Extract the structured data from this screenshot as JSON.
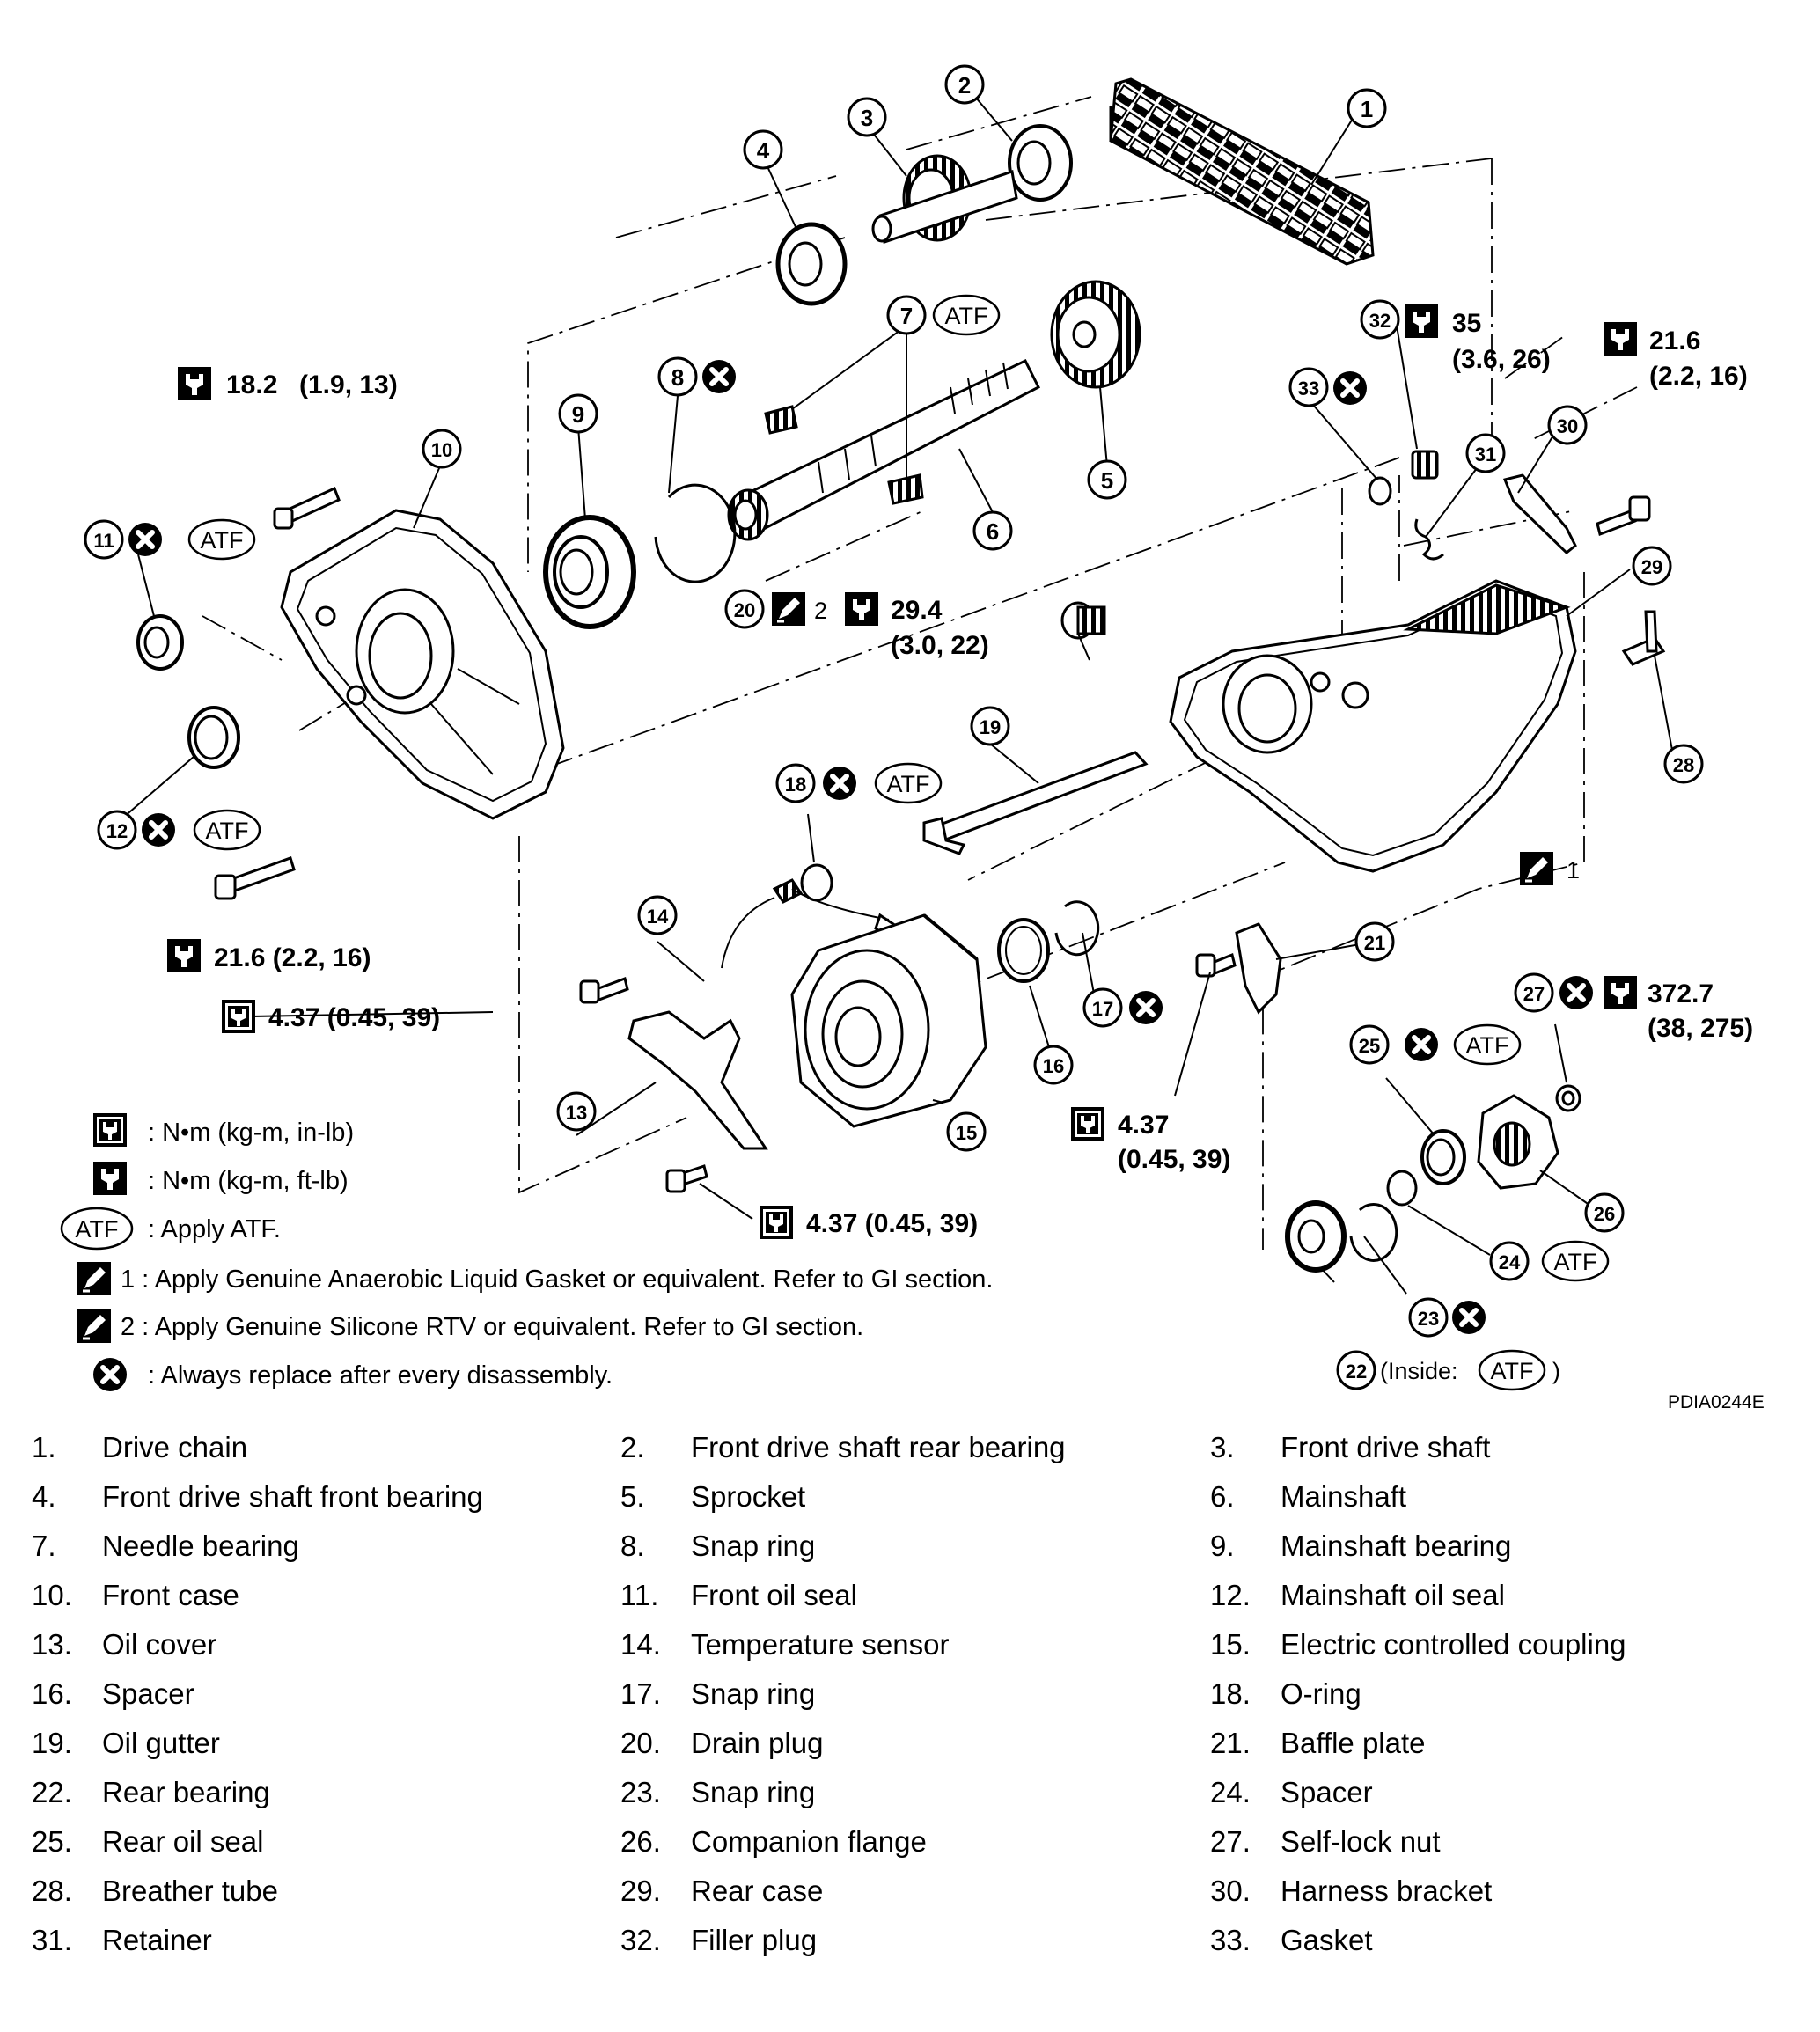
{
  "diagram": {
    "code": "PDIA0244E",
    "callouts": [
      "1",
      "2",
      "3",
      "4",
      "5",
      "6",
      "7",
      "8",
      "9",
      "10",
      "11",
      "12",
      "13",
      "14",
      "15",
      "16",
      "17",
      "18",
      "19",
      "20",
      "21",
      "22",
      "23",
      "24",
      "25",
      "26",
      "27",
      "28",
      "29",
      "30",
      "31",
      "32",
      "33"
    ],
    "atf": "ATF",
    "sealant_count_2": "2",
    "sealant_count_1": "1",
    "inside_prefix": "(Inside:",
    "inside_suffix": ")",
    "torques": {
      "t10_val": "18.2",
      "t10_sub": "(1.9,  13)",
      "t32_val": "35",
      "t32_sub": "(3.6,  26)",
      "t30_val": "21.6",
      "t30_sub": "(2.2,  16)",
      "t20_val": "29.4",
      "t20_sub": "(3.0,  22)",
      "t12_val": "21.6  (2.2,  16)",
      "t14_val": "4.37  (0.45,  39)",
      "t21_val": "4.37",
      "t21_sub": "(0.45,  39)",
      "t13_val": "4.37  (0.45,  39)",
      "t27_val": "372.7",
      "t27_sub": "(38,  275)"
    }
  },
  "legend": {
    "nm_inlb": ": N•m  (kg-m,  in-lb)",
    "nm_ftlb": ": N•m  (kg-m,  ft-lb)",
    "apply_atf": ": Apply ATF.",
    "sealant1": "1 : Apply Genuine Anaerobic Liquid Gasket or equivalent. Refer to GI section.",
    "sealant2": "2 : Apply Genuine Silicone RTV or equivalent. Refer to GI section.",
    "replace": ": Always replace after every disassembly."
  },
  "parts": [
    {
      "num": "1.",
      "name": "Drive chain"
    },
    {
      "num": "2.",
      "name": "Front drive shaft rear bearing"
    },
    {
      "num": "3.",
      "name": "Front drive shaft"
    },
    {
      "num": "4.",
      "name": "Front drive shaft front bearing"
    },
    {
      "num": "5.",
      "name": "Sprocket"
    },
    {
      "num": "6.",
      "name": "Mainshaft"
    },
    {
      "num": "7.",
      "name": "Needle bearing"
    },
    {
      "num": "8.",
      "name": "Snap ring"
    },
    {
      "num": "9.",
      "name": "Mainshaft bearing"
    },
    {
      "num": "10.",
      "name": "Front case"
    },
    {
      "num": "11.",
      "name": "Front oil seal"
    },
    {
      "num": "12.",
      "name": "Mainshaft oil seal"
    },
    {
      "num": "13.",
      "name": "Oil cover"
    },
    {
      "num": "14.",
      "name": "Temperature sensor"
    },
    {
      "num": "15.",
      "name": "Electric controlled coupling"
    },
    {
      "num": "16.",
      "name": "Spacer"
    },
    {
      "num": "17.",
      "name": "Snap ring"
    },
    {
      "num": "18.",
      "name": "O-ring"
    },
    {
      "num": "19.",
      "name": "Oil gutter"
    },
    {
      "num": "20.",
      "name": "Drain plug"
    },
    {
      "num": "21.",
      "name": "Baffle plate"
    },
    {
      "num": "22.",
      "name": "Rear bearing"
    },
    {
      "num": "23.",
      "name": "Snap ring"
    },
    {
      "num": "24.",
      "name": "Spacer"
    },
    {
      "num": "25.",
      "name": "Rear oil seal"
    },
    {
      "num": "26.",
      "name": "Companion flange"
    },
    {
      "num": "27.",
      "name": "Self-lock nut"
    },
    {
      "num": "28.",
      "name": "Breather tube"
    },
    {
      "num": "29.",
      "name": "Rear case"
    },
    {
      "num": "30.",
      "name": "Harness bracket"
    },
    {
      "num": "31.",
      "name": "Retainer"
    },
    {
      "num": "32.",
      "name": "Filler plug"
    },
    {
      "num": "33.",
      "name": "Gasket"
    }
  ]
}
